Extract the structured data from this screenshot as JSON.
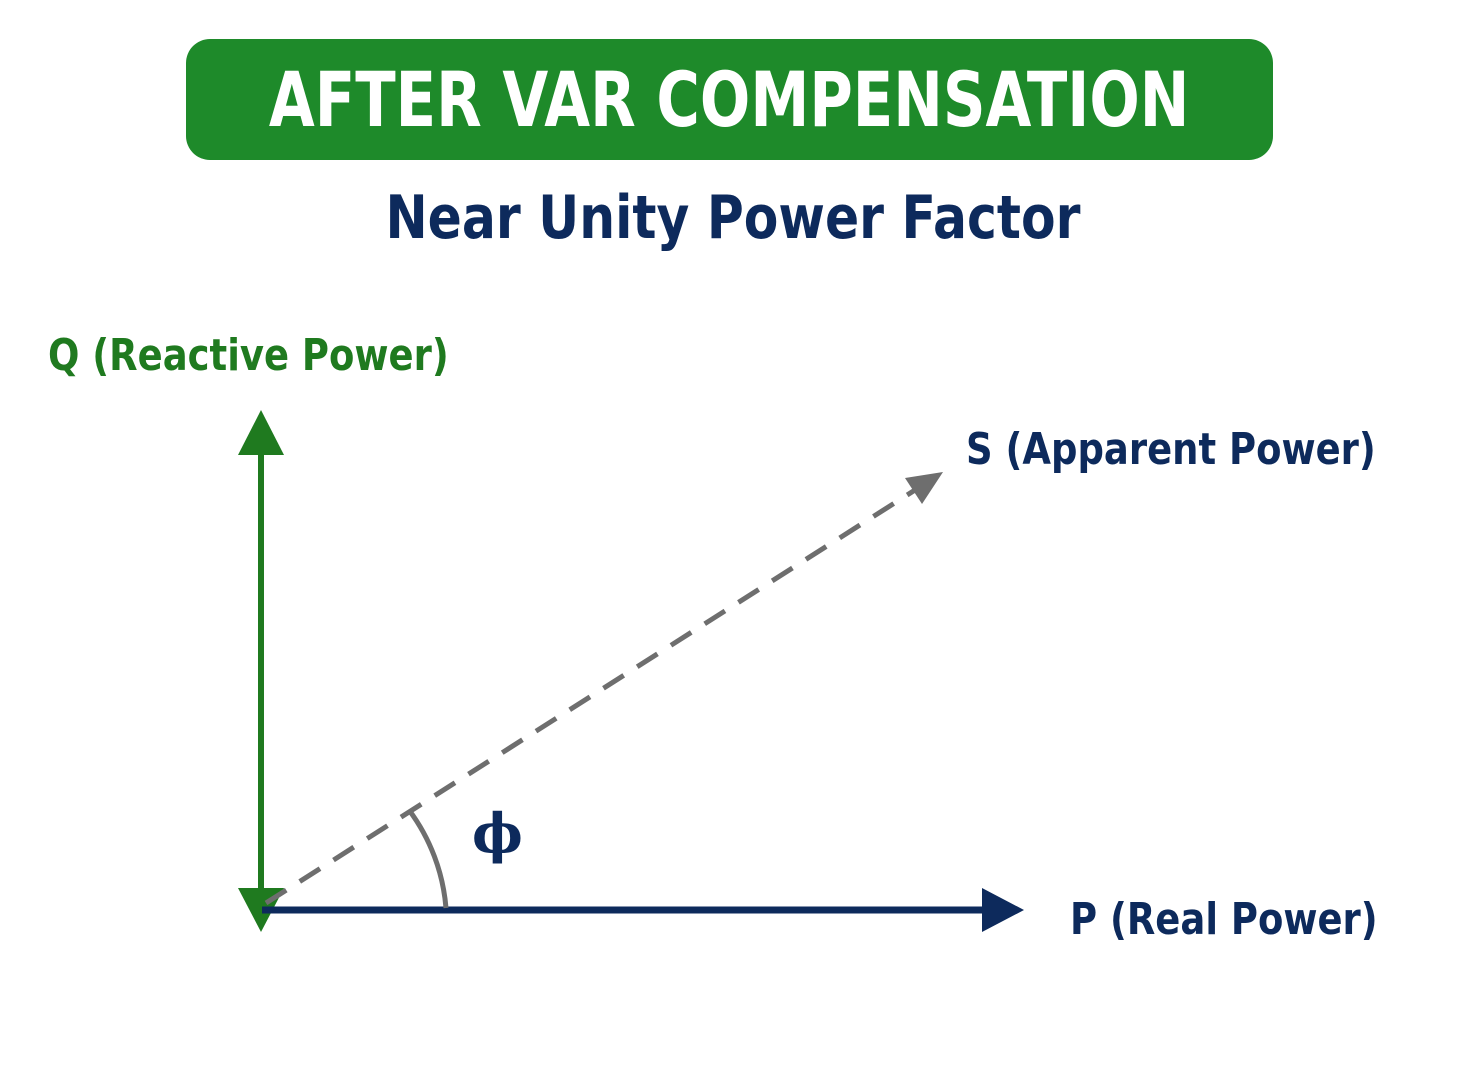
{
  "banner": {
    "title": "AFTER VAR COMPENSATION"
  },
  "subtitle": "Near Unity Power Factor",
  "vectors": {
    "q_label": "Q (Reactive Power)",
    "s_label": "S (Apparent Power)",
    "p_label": "P (Real Power)",
    "angle_label": "ϕ"
  },
  "colors": {
    "green": "#1f7a1f",
    "banner_green": "#1e8a2a",
    "navy": "#0d2a5c",
    "gray": "#6e6e6e",
    "white": "#ffffff"
  }
}
